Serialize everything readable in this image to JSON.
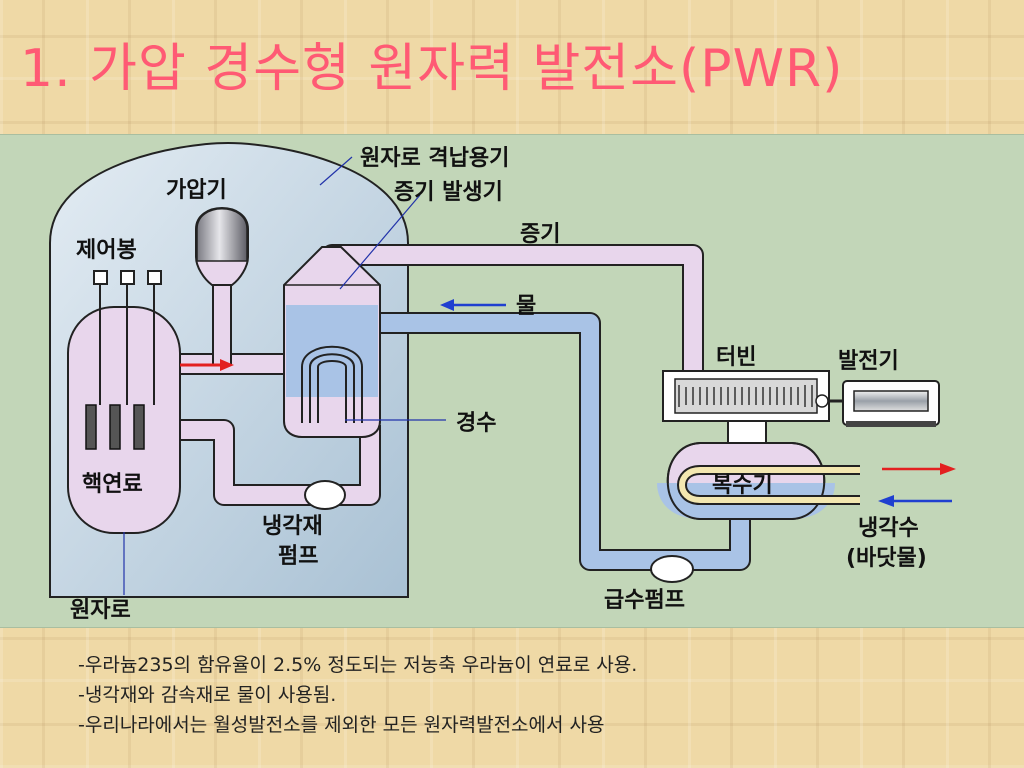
{
  "title": "1. 가압 경수형 원자력 발전소(PWR)",
  "labels": {
    "containment": "원자로 격납용기",
    "steam_generator": "증기 발생기",
    "steam": "증기",
    "pressurizer": "가압기",
    "control_rod": "제어봉",
    "water": "물",
    "turbine": "터빈",
    "generator": "발전기",
    "light_water": "경수",
    "fuel": "핵연료",
    "coolant_pump_1": "냉각재",
    "coolant_pump_2": "펌프",
    "condenser": "복수기",
    "cooling_water_1": "냉각수",
    "cooling_water_2": "(바닷물)",
    "feed_pump": "급수펌프",
    "reactor": "원자로"
  },
  "notes": [
    "-우라늄235의 함유율이 2.5% 정도되는 저농축 우라늄이 연료로 사용.",
    "-냉각재와 감속재로 물이 사용됨.",
    "-우리나라에서는 월성발전소를 제외한 모든 원자력발전소에서 사용"
  ],
  "colors": {
    "title": "#ff5a74",
    "panel_bg": "#c2d6b8",
    "containment": "#c3d5e3",
    "pipe_pink": "#e8d6ec",
    "water_blue": "#a9c3e6",
    "arrow_red": "#e32020",
    "arrow_blue": "#1f3fd0"
  }
}
